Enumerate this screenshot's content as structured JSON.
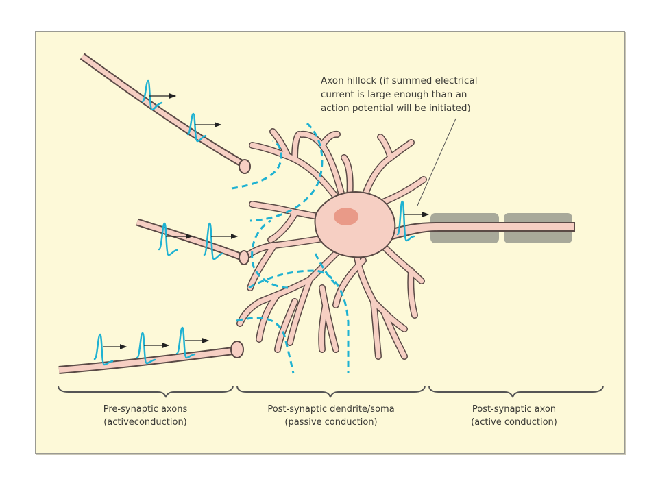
{
  "figure": {
    "background_color": "#fdf9d8",
    "neuron_fill": "#f6cfc3",
    "outline_color": "#5a4a46",
    "nucleus_color": "#e99a88",
    "myelin_color": "#a8a99a",
    "signal_color": "#1fb2d2",
    "annotation": {
      "lines": [
        "Axon hillock (if summed electrical",
        "current is large enough than an",
        "action potential will be initiated)"
      ]
    },
    "regions": [
      {
        "title": "Pre-synaptic axons",
        "subtitle": "(activeconduction)"
      },
      {
        "title": "Post-synaptic dendrite/soma",
        "subtitle": "(passive conduction)"
      },
      {
        "title": "Post-synaptic axon",
        "subtitle": "(active conduction)"
      }
    ],
    "action_potentials": {
      "top_axon": 2,
      "middle_axon": 2,
      "bottom_axon": 3,
      "post_synaptic_axon": 1
    },
    "myelin_segments": 2
  }
}
